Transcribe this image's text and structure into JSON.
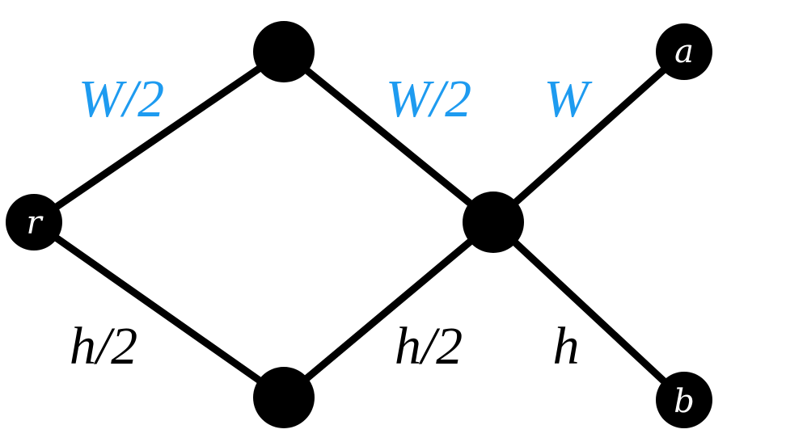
{
  "colors": {
    "weight_label": "#1e9bf0",
    "height_label": "#000000",
    "node": "#000000",
    "edge": "#000000"
  },
  "nodes": {
    "r": {
      "label": "r"
    },
    "top": {
      "label": ""
    },
    "bottom": {
      "label": ""
    },
    "hub": {
      "label": ""
    },
    "a": {
      "label": "a"
    },
    "b": {
      "label": "b"
    }
  },
  "edges": [
    {
      "from": "r",
      "to": "top"
    },
    {
      "from": "r",
      "to": "bottom"
    },
    {
      "from": "top",
      "to": "hub"
    },
    {
      "from": "bottom",
      "to": "hub"
    },
    {
      "from": "hub",
      "to": "a"
    },
    {
      "from": "hub",
      "to": "b"
    }
  ],
  "edge_labels": {
    "r_top": "W/2",
    "top_hub": "W/2",
    "hub_a": "W",
    "r_bottom": "h/2",
    "bottom_hub": "h/2",
    "hub_b": "h"
  }
}
